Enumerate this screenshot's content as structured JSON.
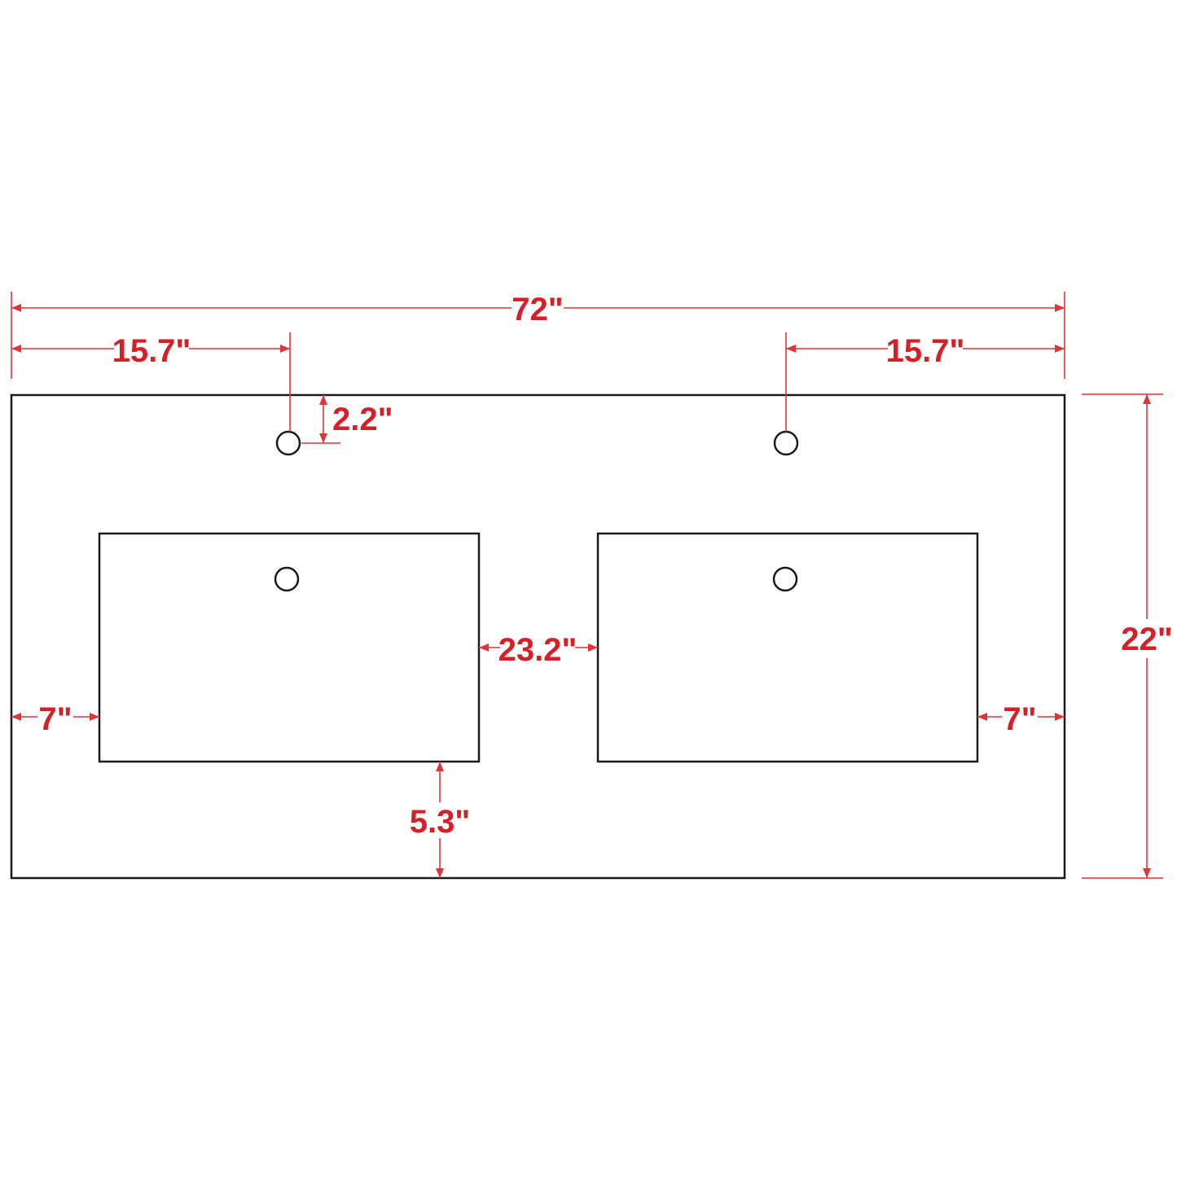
{
  "dimensions": {
    "overall_width": "72\"",
    "faucet_offset_left": "15.7\"",
    "faucet_offset_right": "15.7\"",
    "faucet_from_back": "2.2\"",
    "overall_depth": "22\"",
    "sink_gap": "23.2\"",
    "side_margin_left": "7\"",
    "side_margin_right": "7\"",
    "front_margin": "5.3\""
  },
  "colors": {
    "dimension": "#d42027",
    "outline": "#1a1a1a",
    "background": "#ffffff"
  }
}
